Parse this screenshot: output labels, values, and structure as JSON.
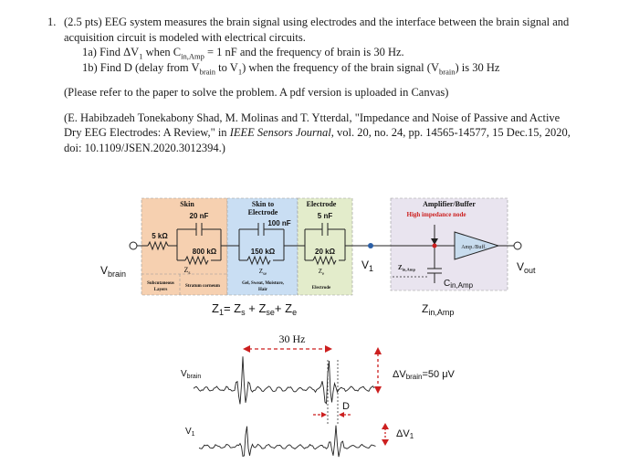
{
  "problem": {
    "number": "1.",
    "intro": "(2.5 pts) EEG system measures the brain signal using electrodes and the interface between the brain signal and acquisition circuit is modeled with electrical circuits.",
    "part_a": {
      "prefix": "1a) Find ΔV",
      "sub1": "1",
      "mid": " when C",
      "sub2": "in,Amp",
      "suffix": " = 1 nF and the frequency of brain is 30 Hz."
    },
    "part_b": {
      "prefix": "1b) Find D (delay from V",
      "sub1": "brain",
      "mid1": " to V",
      "sub2": "1",
      "mid2": ") when the frequency of the brain signal (V",
      "sub3": "brain",
      "suffix": ") is 30 Hz"
    },
    "note": "(Please refer to the paper to solve the problem. A pdf version is uploaded in Canvas)",
    "reference": {
      "pre": "(E. Habibzadeh Tonekabony Shad, M. Molinas and T. Ytterdal, \"Impedance and Noise of Passive and Active Dry EEG Electrodes: A Review,\" in ",
      "journal": "IEEE Sensors Journal",
      "post": ", vol. 20, no. 24, pp. 14565-14577, 15 Dec.15, 2020, doi: 10.1109/JSEN.2020.3012394.)"
    }
  },
  "circuit": {
    "skin": {
      "title": "Skin",
      "cap": "20 nF",
      "res_series": "5 kΩ",
      "res_parallel": "800 kΩ",
      "z": "Z",
      "z_sub": "s",
      "sub_a": "Subcutaneous",
      "sub_b": "Layers",
      "sub_c": "Stratum corneum"
    },
    "interface": {
      "title_a": "Skin to",
      "title_b": "Electrode",
      "cap": "100 nF",
      "res": "150 kΩ",
      "z": "Z",
      "z_sub": "se",
      "label_a": "Gel, Sweat, Moisture,",
      "label_b": "Hair"
    },
    "electrode": {
      "title": "Electrode",
      "cap": "5 nF",
      "res": "20 kΩ",
      "z": "Z",
      "z_sub": "e",
      "label": "Electrode"
    },
    "amplifier": {
      "title": "Amplifier/Buffer",
      "subtitle": "High impedance node",
      "block": "Amp./Buff.",
      "z": "Z",
      "z_sub": "in,Amp",
      "cap": "C",
      "cap_sub": "in,Amp"
    },
    "vbrain": {
      "main": "V",
      "sub": "brain"
    },
    "v1": {
      "main": "V",
      "sub": "1"
    },
    "vout": {
      "main": "V",
      "sub": "out"
    },
    "eq": {
      "a": "Z",
      "a_sub": "1",
      "b": "= Z",
      "b_sub": "s",
      "c": " + Z",
      "c_sub": "se",
      "d": "+ Z",
      "d_sub": "e"
    },
    "zin_label": {
      "main": "Z",
      "sub": "in,Amp"
    }
  },
  "waveform": {
    "freq": "30 Hz",
    "vbrain": {
      "main": "V",
      "sub": "brain"
    },
    "dv_brain": {
      "pre": "ΔV",
      "sub": "brain",
      "post": "=50 μV"
    },
    "d": "D",
    "v1": {
      "main": "V",
      "sub": "1"
    },
    "dv1": {
      "pre": "ΔV",
      "sub": "1"
    }
  },
  "colors": {
    "skin_box": "#f6d0b0",
    "interface_box": "#c9def3",
    "electrode_box": "#e3eccb",
    "amp_box": "#e9e4ef",
    "accent_red": "#cc1f1f",
    "node_blue": "#2b5fa6",
    "amp_fill": "#c8dcee"
  }
}
